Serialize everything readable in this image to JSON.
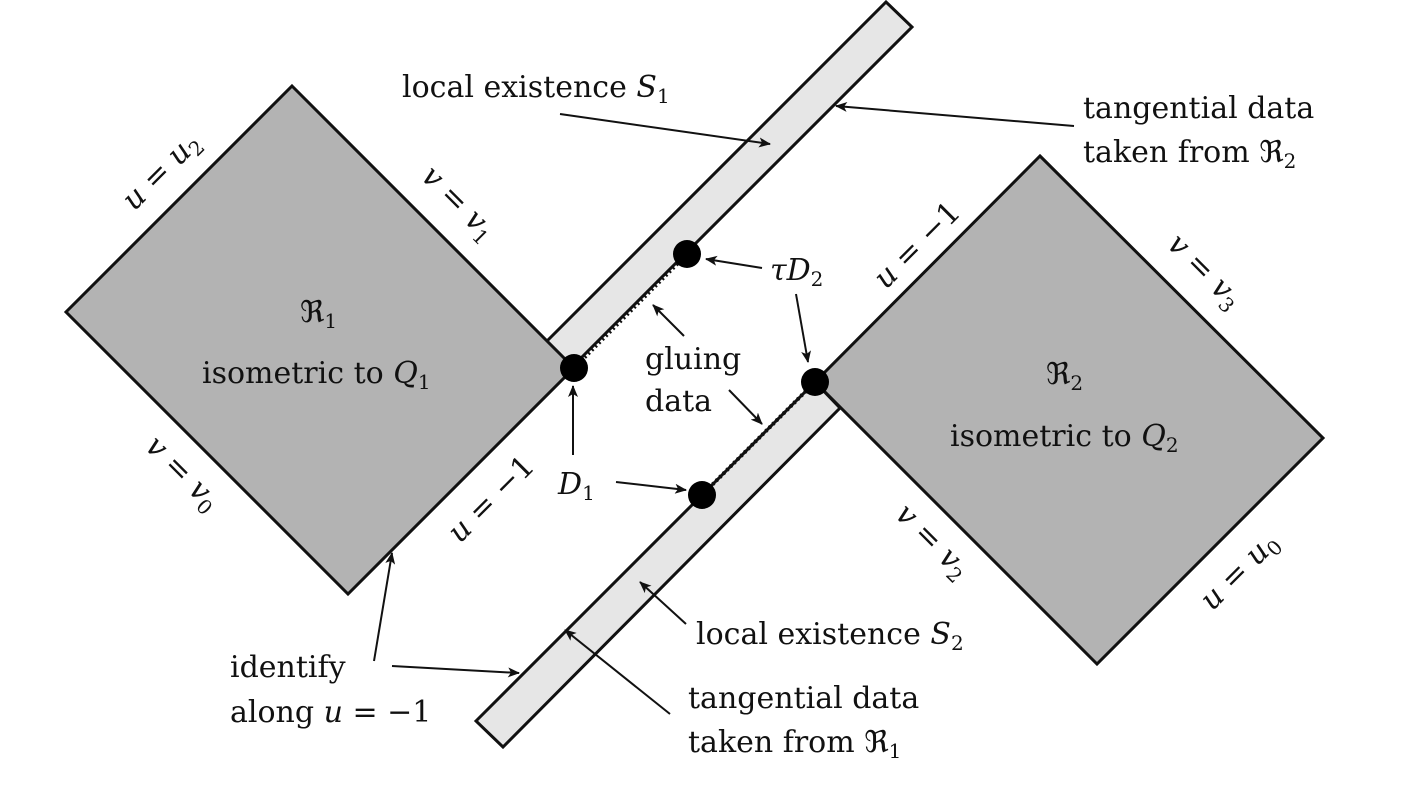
{
  "colors": {
    "region_fill": "#b3b3b3",
    "strip_fill": "#e6e6e6",
    "stroke": "#111111",
    "point": "#000000"
  },
  "region1": {
    "symbol": "ℜ",
    "index": "1",
    "desc": "isometric to",
    "q": "Q",
    "q_index": "1",
    "edge_upper_left": {
      "lhs": "u",
      "eq": " = ",
      "rhs": "u",
      "idx": "2"
    },
    "edge_upper_right": {
      "lhs": "v",
      "eq": " = ",
      "rhs": "v",
      "idx": "1"
    },
    "edge_lower_left": {
      "lhs": "v",
      "eq": " = ",
      "rhs": "v",
      "idx": "0"
    },
    "edge_lower_right": {
      "lhs": "u",
      "eq": " = −1"
    }
  },
  "region2": {
    "symbol": "ℜ",
    "index": "2",
    "desc": "isometric to",
    "q": "Q",
    "q_index": "2",
    "edge_upper_left": {
      "lhs": "u",
      "eq": " = −1"
    },
    "edge_upper_right": {
      "lhs": "v",
      "eq": " = ",
      "rhs": "v",
      "idx": "3"
    },
    "edge_lower_left": {
      "lhs": "v",
      "eq": " = ",
      "rhs": "v",
      "idx": "2"
    },
    "edge_lower_right": {
      "lhs": "u",
      "eq": " = ",
      "rhs": "u",
      "idx": "0"
    }
  },
  "labels": {
    "local_existence_1": {
      "text": "local existence",
      "sym": "S",
      "idx": "1"
    },
    "local_existence_2": {
      "text": "local existence",
      "sym": "S",
      "idx": "2"
    },
    "tangential_r2": {
      "line1": "tangential data",
      "line2": "taken from",
      "sym": "ℜ",
      "idx": "2"
    },
    "tangential_r1": {
      "line1": "tangential data",
      "line2": "taken from",
      "sym": "ℜ",
      "idx": "1"
    },
    "tau_d2": {
      "tau": "τ",
      "sym": "D",
      "idx": "2"
    },
    "d1": {
      "sym": "D",
      "idx": "1"
    },
    "gluing": {
      "line1": "gluing",
      "line2": "data"
    },
    "identify": {
      "line1": "identify",
      "line2": "along",
      "var": "u",
      "rest": " = −1"
    }
  }
}
